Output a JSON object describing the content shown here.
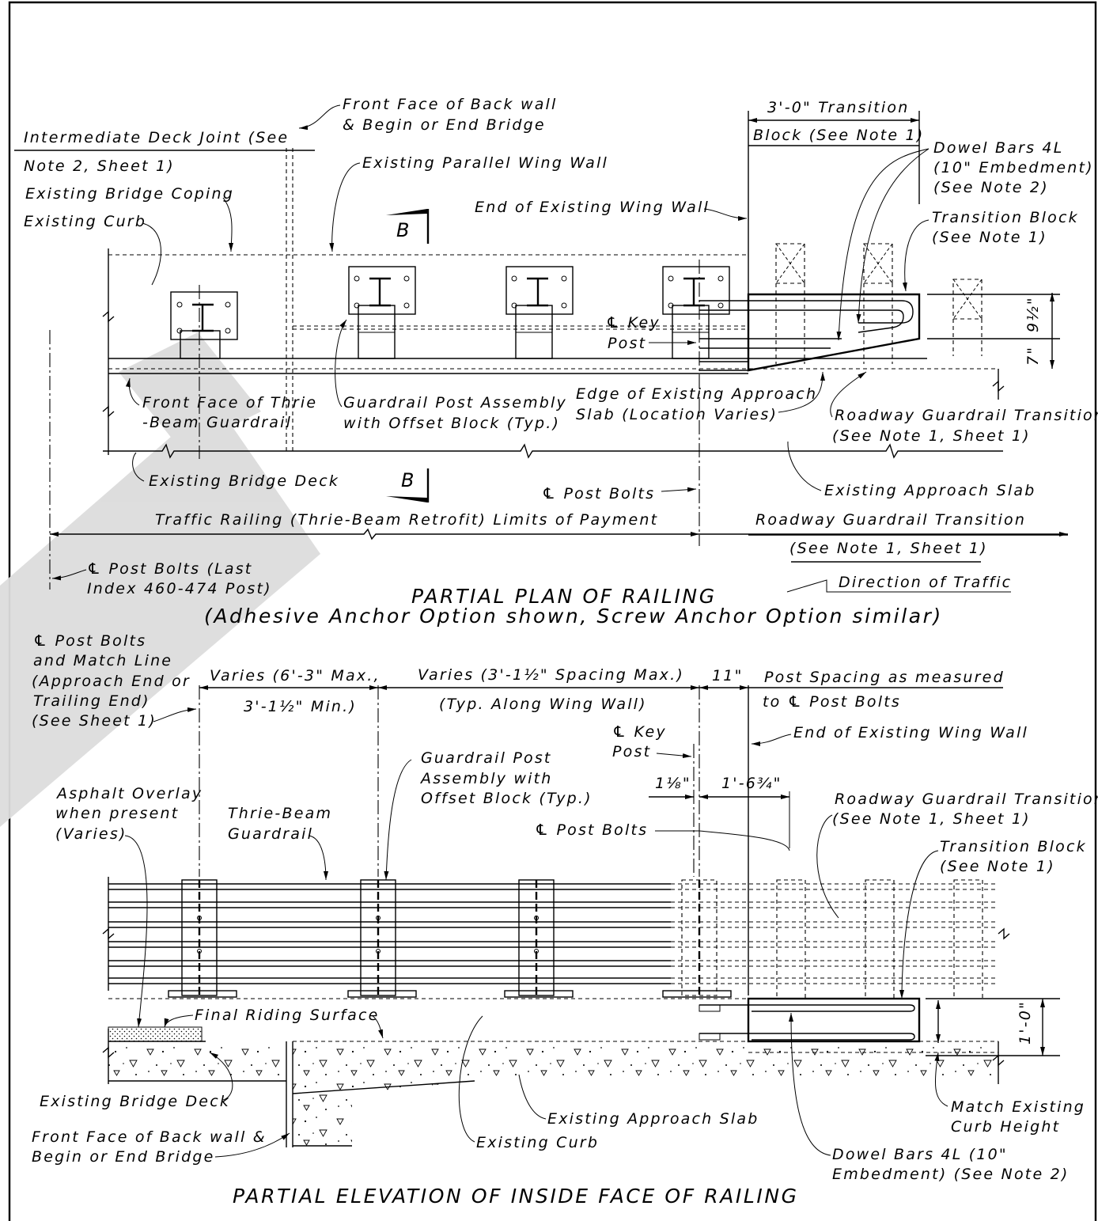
{
  "plan": {
    "title": "PARTIAL PLAN OF RAILING",
    "subtitle": "(Adhesive Anchor Option shown, Screw Anchor Option similar)",
    "labels": {
      "front_face_backwall": [
        "Front Face of Back wall",
        "& Begin or End Bridge"
      ],
      "intermediate_joint": [
        "Intermediate Deck Joint (See",
        "Note 2, Sheet 1)"
      ],
      "existing_coping": "Existing Bridge Coping",
      "existing_curb": "Existing Curb",
      "existing_parallel_wing_wall": "Existing Parallel Wing Wall",
      "section_marker": "B",
      "end_of_wing_wall": "End of Existing Wing Wall",
      "transition_dim": "3'-0\" Transition",
      "transition_block_note": "Block (See Note 1)",
      "dowel_bars": [
        "Dowel Bars 4L",
        "(10\" Embedment)",
        "(See Note 2)"
      ],
      "transition_block": [
        "Transition Block",
        "(See Note 1)"
      ],
      "key_post": [
        "℄ Key",
        "Post"
      ],
      "dim_9_5": "9½\"",
      "dim_7": "7\"",
      "front_face_thrie": [
        "Front Face of Thrie",
        "-Beam Guardrail"
      ],
      "guardrail_post_assembly": [
        "Guardrail Post Assembly",
        "with Offset Block (Typ.)"
      ],
      "edge_approach_slab": [
        "Edge of Existing Approach",
        "Slab (Location Varies)"
      ],
      "roadway_transition": [
        "Roadway Guardrail Transition",
        "(See Note 1, Sheet 1)"
      ],
      "existing_bridge_deck": "Existing Bridge Deck",
      "post_bolts": "℄ Post Bolts",
      "existing_approach_slab": "Existing Approach Slab",
      "limits_of_payment": "Traffic Railing (Thrie-Beam Retrofit) Limits of Payment",
      "roadway_transition_dim": [
        "Roadway Guardrail Transition",
        "(See Note 1, Sheet 1)"
      ],
      "post_bolts_last": [
        "℄ Post Bolts (Last",
        "Index 460-474 Post)"
      ],
      "direction_of_traffic": "Direction of Traffic"
    }
  },
  "elevation": {
    "title": "PARTIAL ELEVATION OF INSIDE FACE OF RAILING",
    "labels": {
      "post_bolts_match": [
        "℄ Post Bolts",
        "and Match Line",
        "(Approach End or",
        "Trailing End)",
        "(See Sheet 1)"
      ],
      "varies_1": [
        "Varies (6'-3\" Max.,",
        "3'-1½\" Min.)"
      ],
      "varies_2": [
        "Varies (3'-1½\" Spacing Max.)",
        "(Typ. Along Wing Wall)"
      ],
      "dim_11": "11\"",
      "post_spacing": [
        "Post Spacing as measured",
        "to ℄ Post Bolts"
      ],
      "key_post": [
        "℄ Key",
        "Post"
      ],
      "end_of_wing_wall": "End of Existing Wing Wall",
      "guardrail_post_assembly": [
        "Guardrail Post",
        "Assembly with",
        "Offset Block (Typ.)"
      ],
      "dim_1_1_8": "1⅛\"",
      "dim_1_6_75": "1'-6¾\"",
      "asphalt_overlay": [
        "Asphalt Overlay",
        "when present",
        "(Varies)"
      ],
      "thrie_beam": [
        "Thrie-Beam",
        "Guardrail"
      ],
      "post_bolts": "℄ Post Bolts",
      "roadway_transition": [
        "Roadway Guardrail Transition",
        "(See Note 1, Sheet 1)"
      ],
      "transition_block": [
        "Transition Block",
        "(See Note 1)"
      ],
      "final_riding_surface": "Final Riding Surface",
      "dim_1_0": "1'-0\"",
      "existing_bridge_deck": "Existing Bridge Deck",
      "existing_approach_slab": "Existing Approach Slab",
      "front_face_backwall": [
        "Front Face of Back wall &",
        "Begin or End Bridge"
      ],
      "existing_curb": "Existing Curb",
      "match_curb": [
        "Match Existing",
        "Curb Height"
      ],
      "dowel_bars": [
        "Dowel Bars 4L (10\"",
        "Embedment) (See Note 2)"
      ]
    }
  },
  "watermark_color": "#dcdcdc"
}
